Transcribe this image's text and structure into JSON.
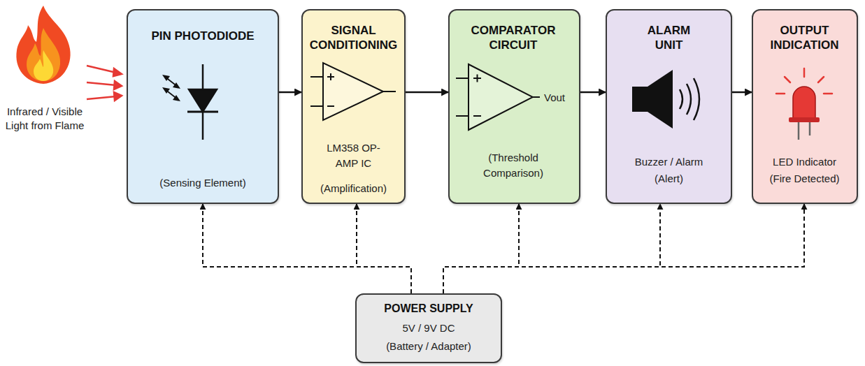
{
  "diagram": {
    "nodes": [
      {
        "text": [
          "PIN PHOTODIODE",
          "(Sensing Element)"
        ]
      },
      {
        "text": [
          "SIGNAL CONDITIONING",
          "LM358 OP-AMP IC",
          "(Amplification)"
        ]
      },
      {
        "text": [
          "COMPARATOR CIRCUIT",
          "Vout",
          "(Threshold Comparison)"
        ]
      },
      {
        "text": [
          "ALARM UNIT",
          "Buzzer / Alarm",
          "(Alert)"
        ]
      },
      {
        "text": [
          "OUTPUT INDICATION",
          "LED Indicator",
          "(Fire Detected)"
        ]
      },
      {
        "text": [
          "POWER SUPPLY",
          "5V / 9V DC",
          "(Battery / Adapter)"
        ]
      }
    ],
    "edges": [
      {
        "from": 0,
        "to": 1,
        "arrow": "to"
      },
      {
        "from": 1,
        "to": 2,
        "arrow": "to"
      },
      {
        "from": 2,
        "to": 3,
        "arrow": "to"
      },
      {
        "from": 3,
        "to": 4,
        "arrow": "to"
      },
      {
        "from": 5,
        "to": 0,
        "arrow": "to"
      },
      {
        "from": 5,
        "to": 1,
        "arrow": "to"
      },
      {
        "from": 5,
        "to": 2,
        "arrow": "to"
      },
      {
        "from": 5,
        "to": 3,
        "arrow": "to"
      },
      {
        "from": 5,
        "to": 4,
        "arrow": "to"
      }
    ],
    "labels": [
      "Infrared / Visible Light from Flame"
    ]
  }
}
